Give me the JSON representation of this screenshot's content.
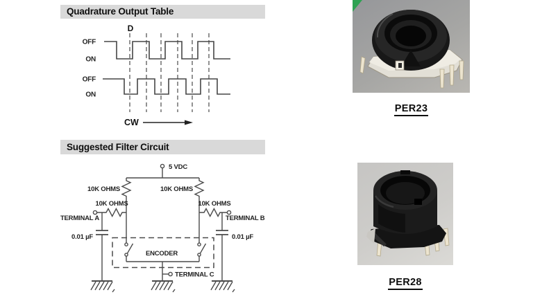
{
  "quadrature": {
    "title": "Quadrature Output Table",
    "detent_label": "D",
    "direction_label": "CW",
    "channels": [
      {
        "off": "OFF",
        "on": "ON"
      },
      {
        "off": "OFF",
        "on": "ON"
      }
    ]
  },
  "filter_circuit": {
    "title": "Suggested Filter Circuit",
    "supply_label": "5 VDC",
    "pullup_left_label": "10K OHMS",
    "pullup_right_label": "10K OHMS",
    "series_left_label": "10K OHMS",
    "series_right_label": "10K OHMS",
    "terminal_a_label": "TERMINAL A",
    "terminal_b_label": "TERMINAL B",
    "terminal_c_label": "TERMINAL C",
    "cap_left_label": "0.01 µF",
    "cap_right_label": "0.01 µF",
    "encoder_label": "ENCODER"
  },
  "products": [
    {
      "name": "PER23"
    },
    {
      "name": "PER28"
    }
  ],
  "colors": {
    "header_bar": "#d9d9d9",
    "diagram_line": "#4a4a4a",
    "accent_green": "#2fa253",
    "photo1_background": "#a3a3a2",
    "photo2_background": "#cbcac7"
  }
}
